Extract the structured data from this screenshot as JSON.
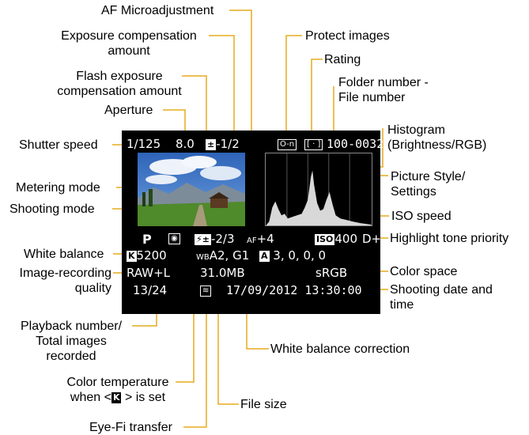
{
  "labels": {
    "af_micro": "AF Microadjustment",
    "exp_comp": "Exposure compensation\namount",
    "flash_comp": "Flash exposure\ncompensation amount",
    "aperture": "Aperture",
    "shutter": "Shutter speed",
    "metering": "Metering mode",
    "shooting_mode": "Shooting mode",
    "white_balance": "White balance",
    "image_quality": "Image-recording\nquality",
    "playback_number": "Playback number/\nTotal images\nrecorded",
    "color_temp_pre": "Color temperature\nwhen <",
    "color_temp_post": "> is set",
    "eyefi": "Eye-Fi transfer",
    "file_size": "File size",
    "wb_correction": "White balance correction",
    "protect": "Protect images",
    "rating": "Rating",
    "folder_file": "Folder number -\nFile number",
    "histogram": "Histogram\n(Brightness/RGB)",
    "picture_style": "Picture Style/\nSettings",
    "iso": "ISO speed",
    "htp": "Highlight tone priority",
    "color_space": "Color space",
    "shoot_date": "Shooting date and\ntime"
  },
  "screen": {
    "shutter_speed": "1/125",
    "aperture": "8.0",
    "exposure_comp": "-1/2",
    "protect_icon": "O-n",
    "rating_icon": "[ · ]",
    "folder_file": "100-0032",
    "shooting_mode": "P",
    "flash_comp": "-2/3",
    "af_micro": "+4",
    "iso": "400",
    "htp": "D+",
    "wb_icon": "K",
    "color_temp": "5200",
    "wb_correction": "A2, G1",
    "picture_style_icon": "A",
    "picture_style_values": "3,  0,  0,  0",
    "quality": "RAW+L",
    "file_size": "31.0MB",
    "color_space": "sRGB",
    "playback": "13/24",
    "datetime": "17/09/2012  13:30:00"
  },
  "colors": {
    "leader_line": "#e6ab1e",
    "screen_bg": "#000000",
    "sky": "#3b78c9",
    "grass": "#4f8a2b"
  },
  "icons": [
    "exposure-comp-icon",
    "protect-icon",
    "rating-icon",
    "metering-icon",
    "flash-comp-icon",
    "af-micro-icon",
    "iso-icon",
    "wb-kelvin-icon",
    "picture-style-icon",
    "raw-icon",
    "eyefi-icon"
  ]
}
